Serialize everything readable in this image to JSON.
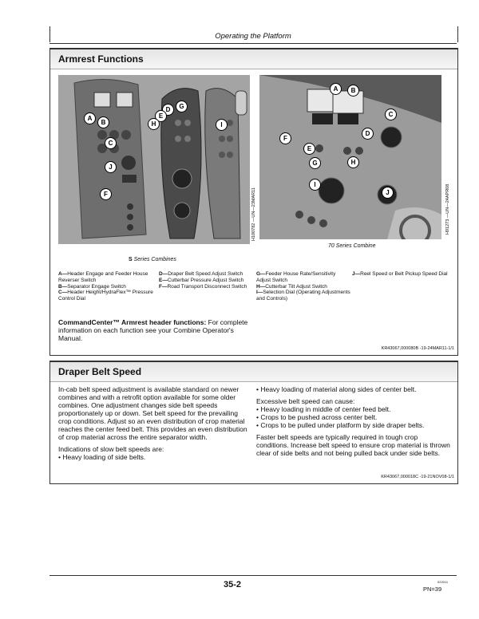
{
  "running_head": "Operating the Platform",
  "armrest": {
    "title": "Armrest Functions",
    "s_caption_label": "S",
    "s_caption_text": "Series Combines",
    "c70_caption": "70 Series Combine",
    "code_s": "H100782 —UN—23MAR11",
    "code_70": "H91273 —UN—24APR08",
    "callouts_s": [
      "A",
      "B",
      "C",
      "J",
      "F",
      "D",
      "E",
      "G",
      "H",
      "I"
    ],
    "callouts_70": [
      "A",
      "B",
      "C",
      "D",
      "E",
      "F",
      "G",
      "H",
      "I",
      "J"
    ],
    "legend": [
      {
        "key": "A—",
        "text": "Header Engage and Feeder House Reverser Switch"
      },
      {
        "key": "B—",
        "text": "Separator Engage Switch"
      },
      {
        "key": "C—",
        "text": "Header Height/HydraFlex™ Pressure Control Dial"
      },
      {
        "key": "D—",
        "text": "Draper Belt Speed Adjust Switch"
      },
      {
        "key": "E—",
        "text": "Cutterbar Pressure Adjust Switch"
      },
      {
        "key": "F—",
        "text": "Road Transport Disconnect Switch"
      },
      {
        "key": "G—",
        "text": "Feeder House Rate/Sensitivity Adjust Switch"
      },
      {
        "key": "H—",
        "text": "Cutterbar Tilt Adjust Switch"
      },
      {
        "key": "I—",
        "text": "Selection Dial (Operating Adjustments and Controls)"
      },
      {
        "key": "J—",
        "text": "Reel Speed or Belt Pickup Speed Dial"
      }
    ],
    "commandcenter_bold": "CommandCenter™ Armrest header functions:",
    "commandcenter_text": " For complete information on each function see your Combine Operator's Manual.",
    "ref": "KR43067,000080B -19-24MAR11-1/1"
  },
  "draper": {
    "title": "Draper Belt Speed",
    "intro": "In-cab belt speed adjustment is available standard on newer combines and with a retrofit option available for some older combines. One adjustment changes side belt speeds proportionately up or down. Set belt speed for the prevailing crop conditions. Adjust so an even distribution of crop material reaches the center feed belt. This provides an even distribution of crop material across the entire separator width.",
    "slow_heading": "Indications of slow belt speeds are:",
    "slow_items": [
      "Heavy loading of side belts.",
      "Heavy loading of material along sides of center belt."
    ],
    "excess_heading": "Excessive belt speed can cause:",
    "excess_items": [
      "Heavy loading in middle of center feed belt.",
      "Crops to be pushed across center belt.",
      "Crops to be pulled under platform by side draper belts."
    ],
    "faster": "Faster belt speeds are typically required in tough crop conditions. Increase belt speed to ensure crop material is thrown clear of side belts and not being pulled back under side belts.",
    "ref": "KR43067,000018C -19-21NOV08-1/1"
  },
  "footer": {
    "page": "35-2",
    "tiny": "022011",
    "pn": "PN=39"
  }
}
